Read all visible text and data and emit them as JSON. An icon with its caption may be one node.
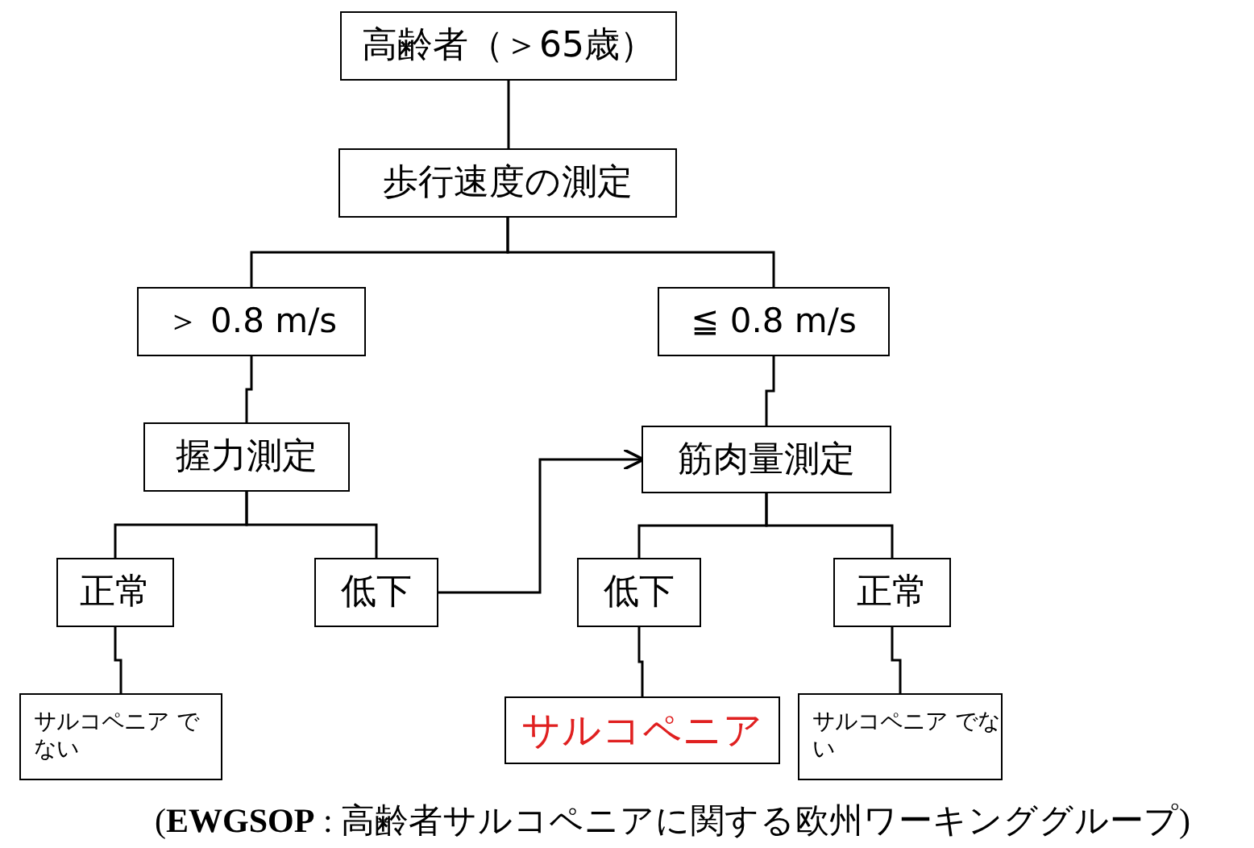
{
  "diagram": {
    "caption": "(**EWGSOP** : 高齢者サルコペニアに関する欧州ワーキンググループ)",
    "nodes": [
      {
        "text": [
          "高齢者（＞65歳）"
        ]
      },
      {
        "text": [
          "歩行速度の測定"
        ]
      },
      {
        "text": [
          "＞ 0.8 m/s"
        ]
      },
      {
        "text": [
          "≦ 0.8 m/s"
        ]
      },
      {
        "text": [
          "握力測定"
        ]
      },
      {
        "text": [
          "筋肉量測定"
        ]
      },
      {
        "text": [
          "正常"
        ]
      },
      {
        "text": [
          "低下"
        ]
      },
      {
        "text": [
          "低下"
        ]
      },
      {
        "text": [
          "正常"
        ]
      },
      {
        "text": [
          "サルコペニア でない"
        ]
      },
      {
        "text": [
          "サルコペニア"
        ]
      },
      {
        "text": [
          "サルコペニア でない"
        ]
      }
    ],
    "edges": [
      {
        "from": 0,
        "to": 1,
        "arrow": "none"
      },
      {
        "from": 1,
        "to": 2,
        "arrow": "none"
      },
      {
        "from": 1,
        "to": 3,
        "arrow": "none"
      },
      {
        "from": 2,
        "to": 4,
        "arrow": "none"
      },
      {
        "from": 3,
        "to": 5,
        "arrow": "none"
      },
      {
        "from": 4,
        "to": 6,
        "arrow": "none"
      },
      {
        "from": 4,
        "to": 7,
        "arrow": "none"
      },
      {
        "from": 7,
        "to": 5,
        "arrow": "to"
      },
      {
        "from": 5,
        "to": 8,
        "arrow": "none"
      },
      {
        "from": 5,
        "to": 9,
        "arrow": "none"
      },
      {
        "from": 6,
        "to": 10,
        "arrow": "none"
      },
      {
        "from": 8,
        "to": 11,
        "arrow": "none"
      },
      {
        "from": 9,
        "to": 12,
        "arrow": "none"
      }
    ]
  }
}
